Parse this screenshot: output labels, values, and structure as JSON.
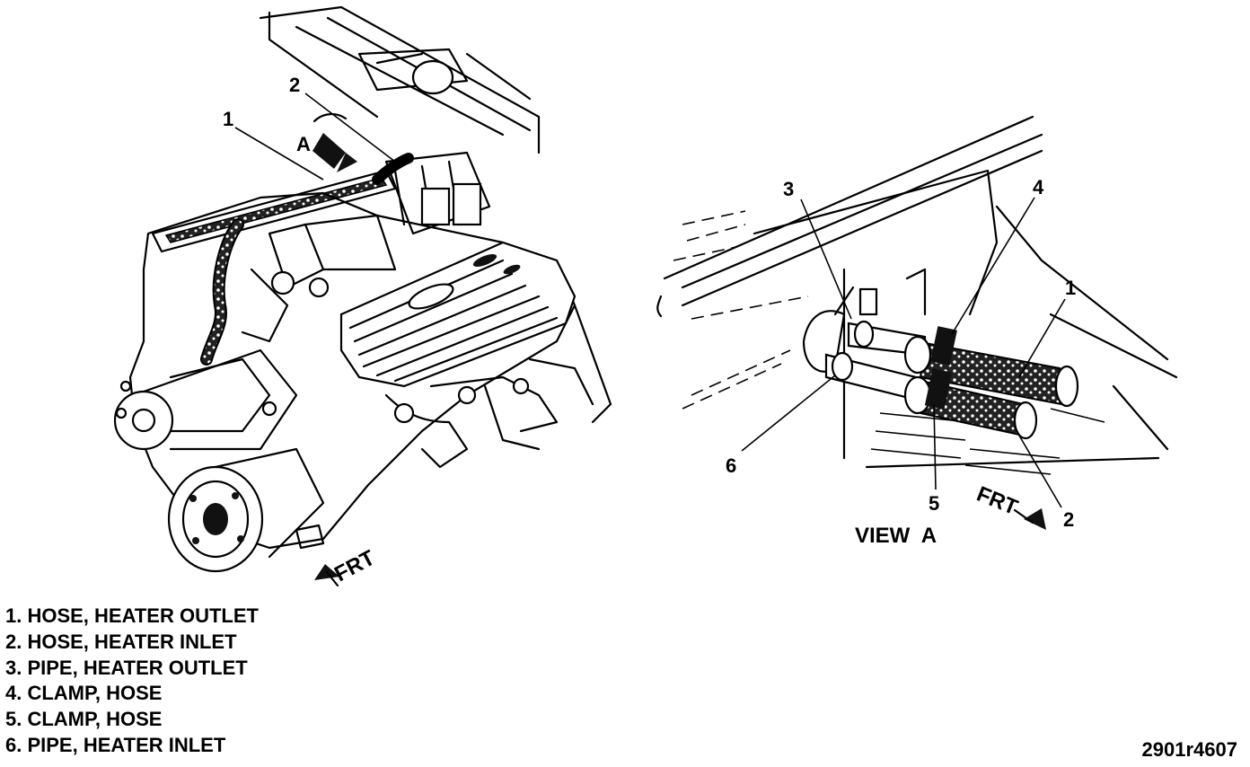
{
  "callouts": {
    "engine": {
      "c1": "1",
      "c2": "2",
      "view_a_marker": "A",
      "frt": "FRT"
    },
    "view_a": {
      "c1": "1",
      "c2": "2",
      "c3": "3",
      "c4": "4",
      "c5": "5",
      "c6": "6",
      "frt": "FRT",
      "title": "VIEW  A"
    }
  },
  "legend": [
    "1. HOSE, HEATER OUTLET",
    "2. HOSE, HEATER INLET",
    "3. PIPE, HEATER OUTLET",
    "4. CLAMP, HOSE",
    "5. CLAMP, HOSE",
    "6. PIPE, HEATER INLET"
  ],
  "reference_code": "2901r4607"
}
